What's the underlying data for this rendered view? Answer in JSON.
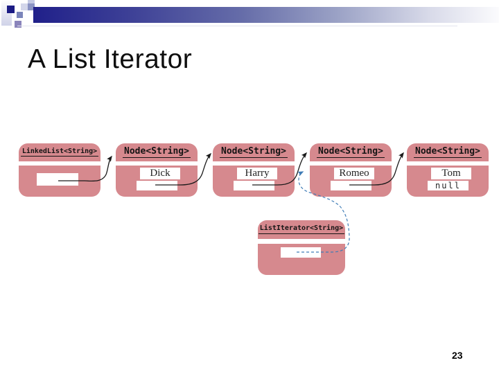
{
  "slide": {
    "title": "A List Iterator",
    "page_number": "23"
  },
  "diagram": {
    "linked_list": {
      "label": "LinkedList<String>",
      "first_field": ""
    },
    "nodes": [
      {
        "label": "Node<String>",
        "data": "Dick",
        "next": ""
      },
      {
        "label": "Node<String>",
        "data": "Harry",
        "next": ""
      },
      {
        "label": "Node<String>",
        "data": "Romeo",
        "next": ""
      },
      {
        "label": "Node<String>",
        "data": "Tom",
        "next": "null"
      }
    ],
    "iterator": {
      "label": "ListIterator<String>",
      "position_field": ""
    },
    "colors": {
      "box_fill": "#d6898e",
      "link_arrow": "#1a1a1a",
      "iterator_arrow": "#3f7cb6",
      "header_bar_navy": "#20208a"
    }
  }
}
